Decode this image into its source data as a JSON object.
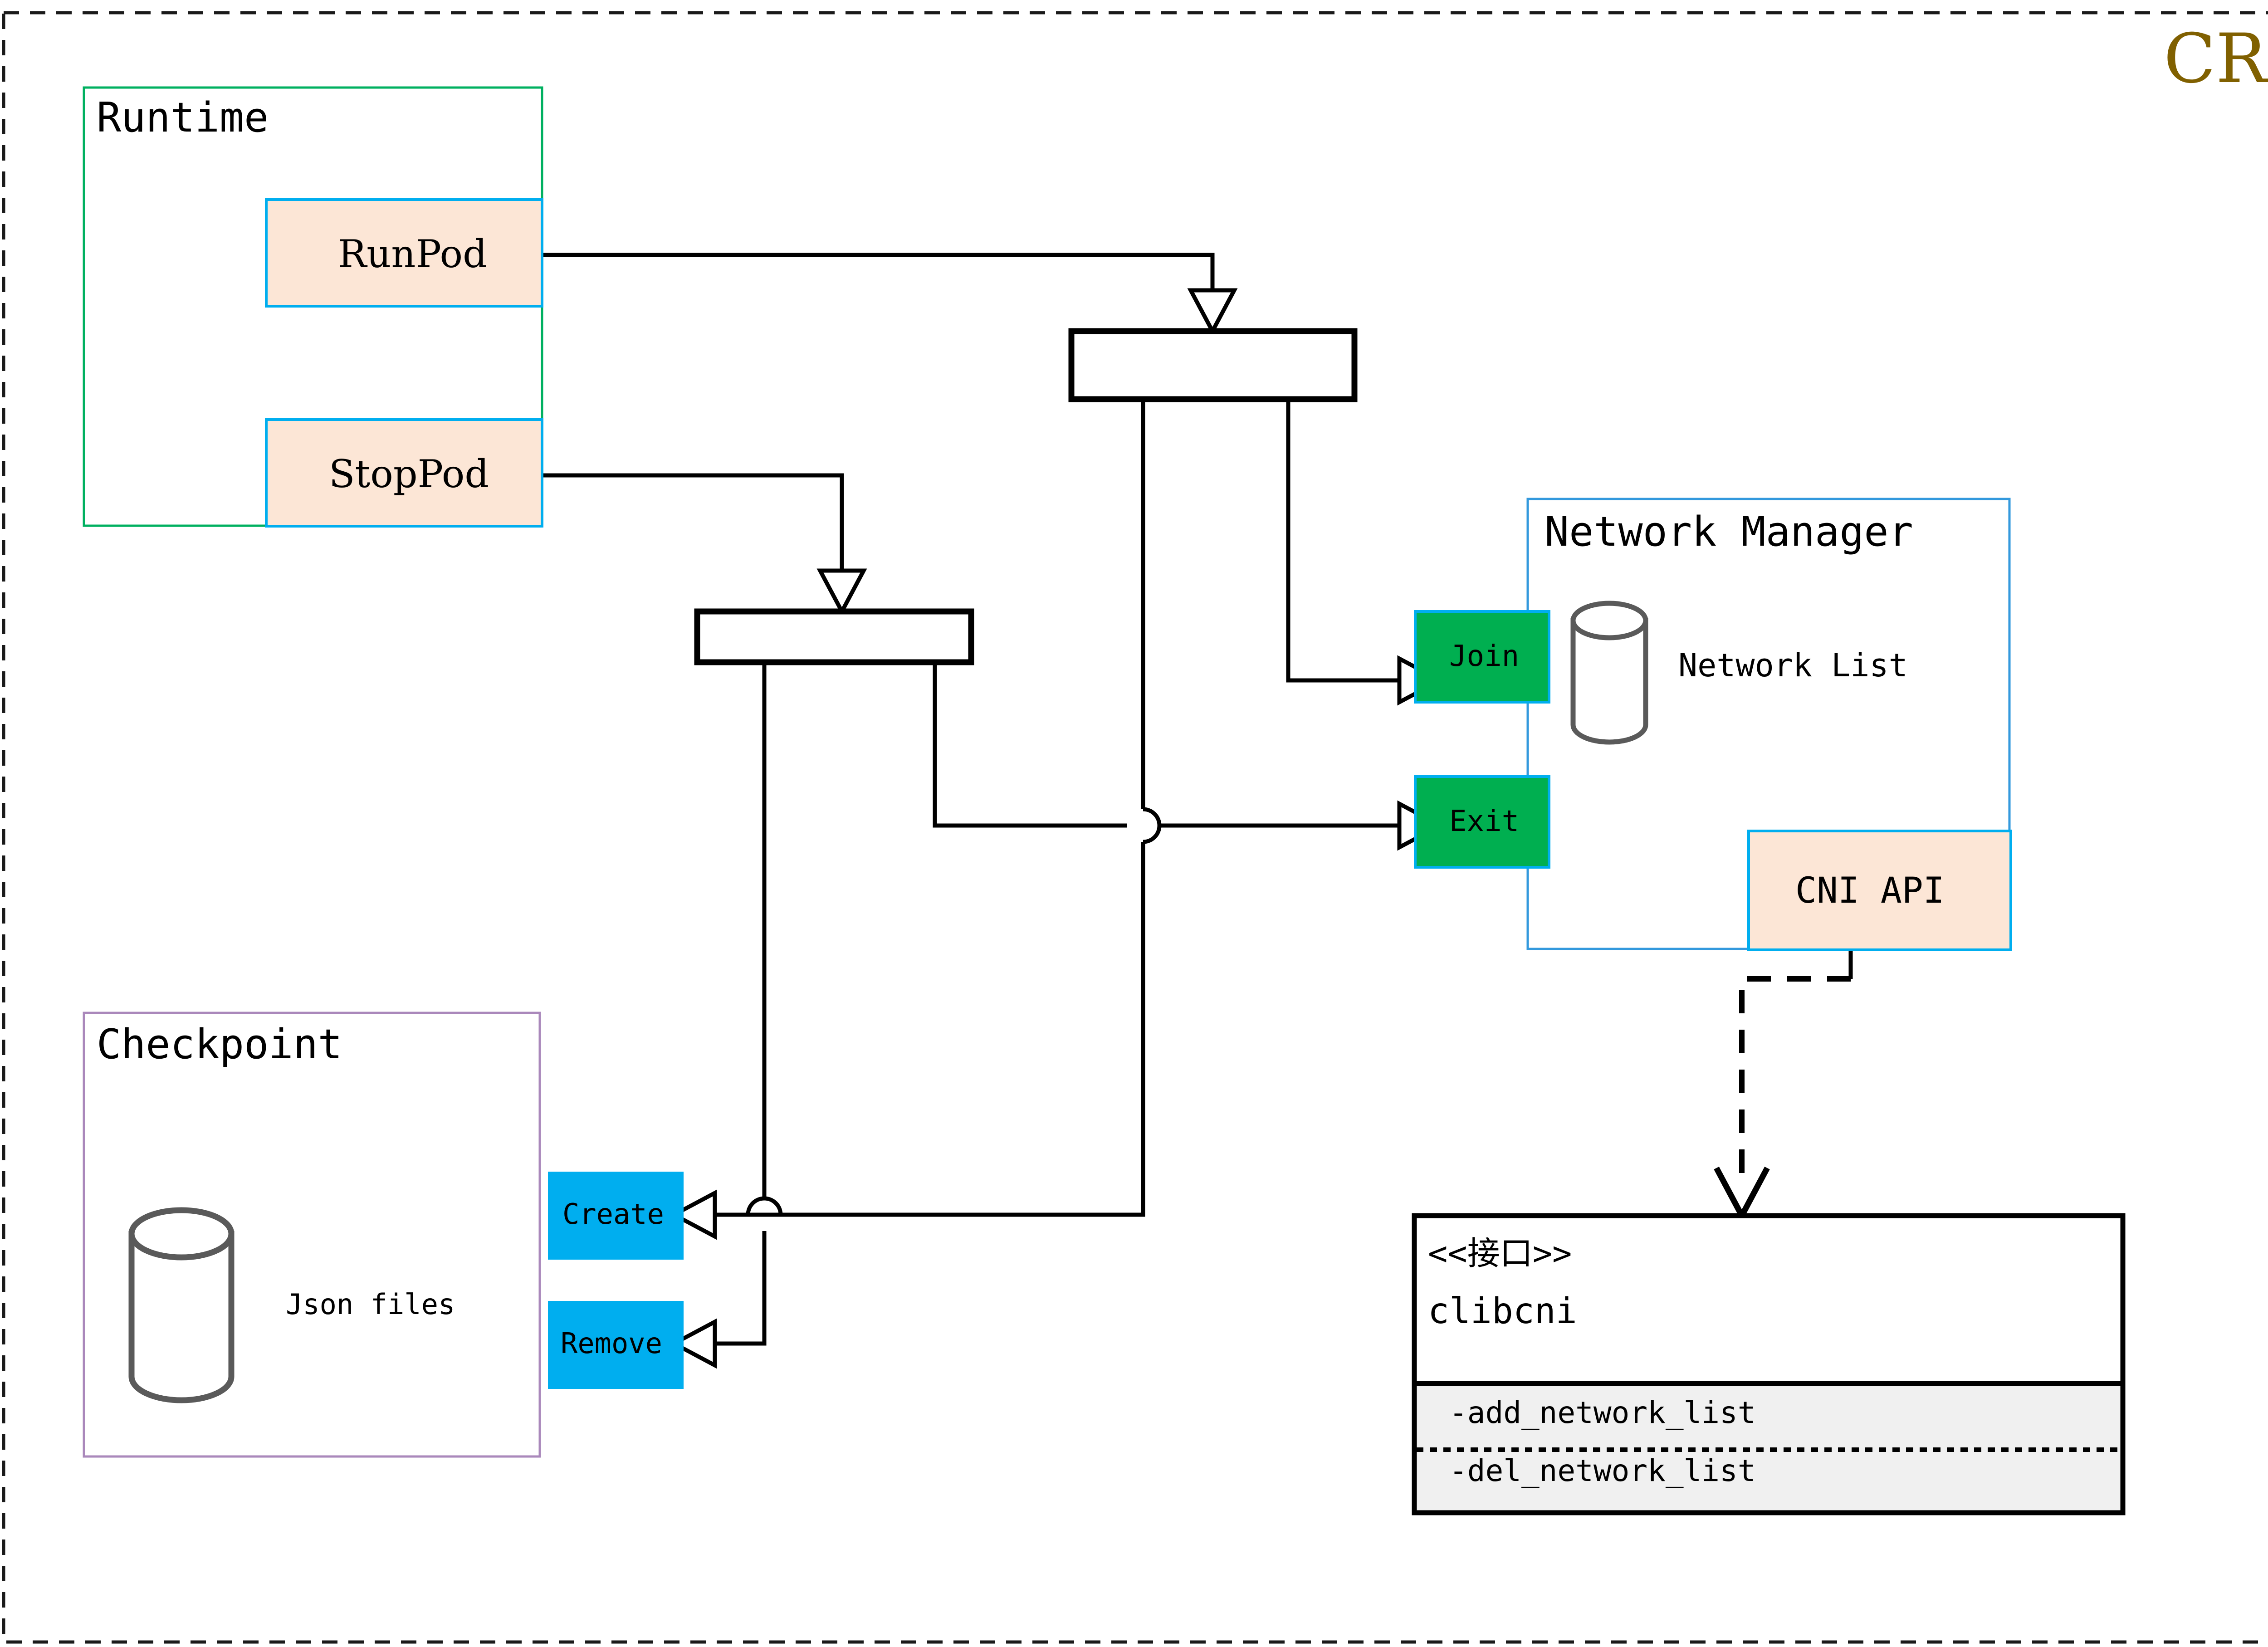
{
  "diagram": {
    "title": "CRI",
    "title_color": "#806000",
    "frame_style": "dashed",
    "palette": {
      "peach_fill": "#FCE6D6",
      "cyan_border": "#00AEEF",
      "green_border": "#00B060",
      "lavender_border": "#AA88BB",
      "green_fill": "#00AF50",
      "cyan_fill": "#00AEEF",
      "line_color": "#000000",
      "cylinder_stroke": "#5A5A5A",
      "uml_method_fill": "#F0F0F0"
    },
    "groups": [
      {
        "id": "runtime",
        "label": "Runtime",
        "border_color": "#00B060"
      },
      {
        "id": "checkpoint",
        "label": "Checkpoint",
        "border_color": "#AA88BB",
        "store_label": "Json files"
      },
      {
        "id": "network_manager",
        "label": "Network Manager",
        "border_color": "#3399DD",
        "store_label": "Network List"
      }
    ],
    "nodes": [
      {
        "id": "runpod",
        "label": "RunPod",
        "kind": "operation",
        "fill": "#FCE6D6",
        "border": "#00AEEF"
      },
      {
        "id": "stoppod",
        "label": "StopPod",
        "kind": "operation",
        "fill": "#FCE6D6",
        "border": "#00AEEF"
      },
      {
        "id": "join",
        "label": "Join",
        "kind": "port",
        "fill": "#00AF50",
        "border": "#00AEEF"
      },
      {
        "id": "exit",
        "label": "Exit",
        "kind": "port",
        "fill": "#00AF50",
        "border": "#00AEEF"
      },
      {
        "id": "create",
        "label": "Create",
        "kind": "port",
        "fill": "#00AEEF",
        "border": "#00AEEF"
      },
      {
        "id": "remove",
        "label": "Remove",
        "kind": "port",
        "fill": "#00AEEF",
        "border": "#00AEEF"
      },
      {
        "id": "cni_api",
        "label": "CNI API",
        "kind": "operation",
        "fill": "#FCE6D6",
        "border": "#00AEEF"
      }
    ],
    "fork_bars": [
      {
        "id": "fork-top",
        "label": ""
      },
      {
        "id": "fork-bottom",
        "label": ""
      }
    ],
    "interface": {
      "stereotype": "<<接口>>",
      "name": "clibcni",
      "methods": [
        "-add_network_list",
        "-del_network_list"
      ]
    },
    "edges": [
      {
        "from": "runpod",
        "to": "fork-top",
        "style": "solid",
        "arrow": "hollow-triangle"
      },
      {
        "from": "stoppod",
        "to": "fork-bottom",
        "style": "solid",
        "arrow": "hollow-triangle"
      },
      {
        "from": "fork-top",
        "to": "join",
        "style": "solid",
        "arrow": "hollow-triangle"
      },
      {
        "from": "fork-top",
        "to": "create",
        "style": "solid",
        "arrow": "hollow-triangle"
      },
      {
        "from": "fork-bottom",
        "to": "exit",
        "style": "solid",
        "arrow": "hollow-triangle"
      },
      {
        "from": "fork-bottom",
        "to": "remove",
        "style": "solid",
        "arrow": "hollow-triangle"
      },
      {
        "from": "cni_api",
        "to": "clibcni",
        "style": "dashed",
        "arrow": "open-v"
      }
    ]
  }
}
